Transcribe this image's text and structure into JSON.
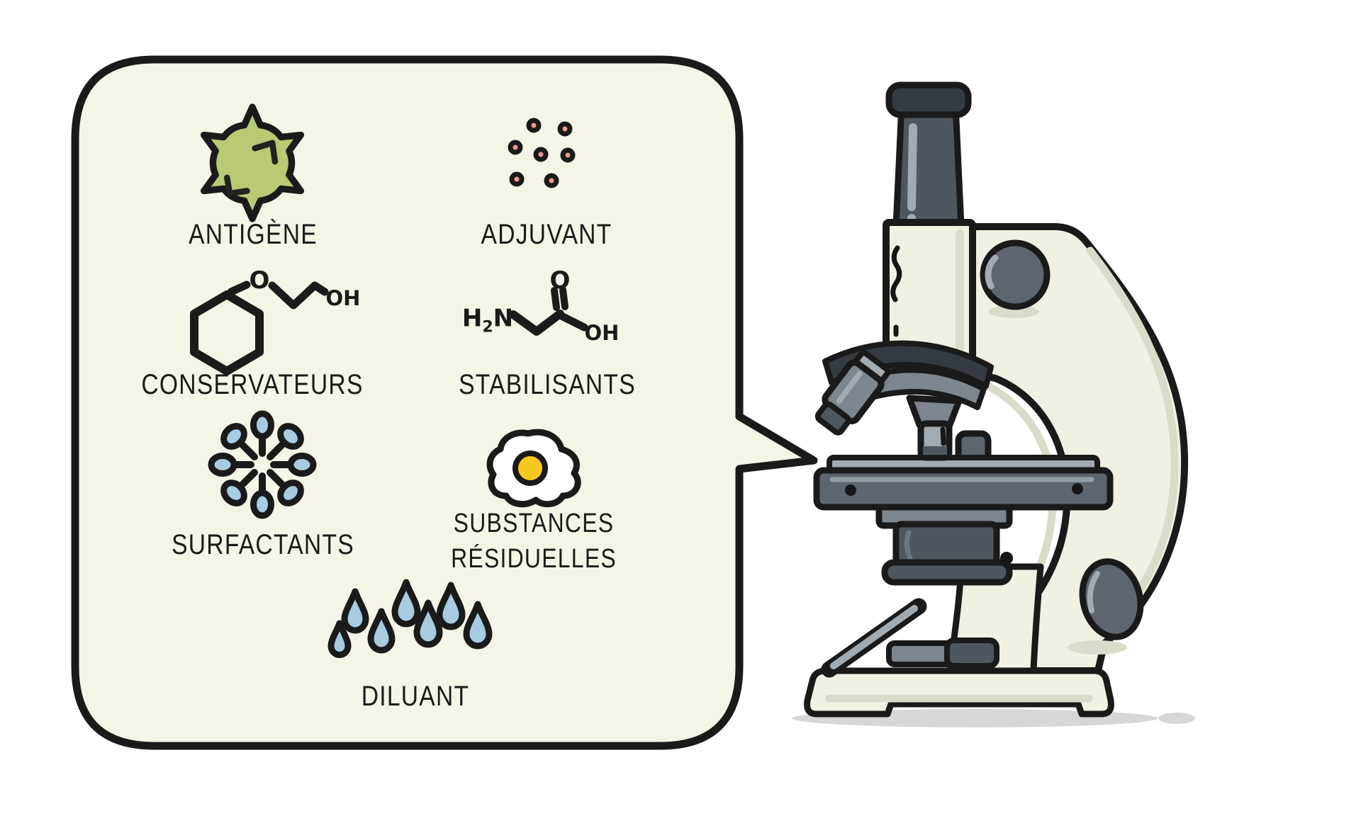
{
  "bubble": {
    "items": [
      {
        "icon": "virus-icon",
        "label": "ANTIGÈNE"
      },
      {
        "icon": "particles-icon",
        "label": "ADJUVANT"
      },
      {
        "icon": "phenoxyethanol-structure-icon",
        "label": "CONSERVATEURS"
      },
      {
        "icon": "glycine-structure-icon",
        "label": "STABILISANTS"
      },
      {
        "icon": "micelle-icon",
        "label": "SURFACTANTS"
      },
      {
        "icon": "fried-egg-icon",
        "label": "SUBSTANCES",
        "label_line2": "RÉSIDUELLES"
      },
      {
        "icon": "water-drops-icon",
        "label": "DILUANT"
      }
    ],
    "chemistry": {
      "ether_oxygen": "O",
      "ether_hydroxyl": "OH",
      "amine_h": "H",
      "amine_sub": "2",
      "amine_n": "N",
      "carbonyl_oxygen": "O",
      "carboxyl_hydroxyl": "OH"
    }
  },
  "colors": {
    "outline": "#1a1a1a",
    "text": "#1b1b1b",
    "bubble_fill": "#f5f4e6",
    "antigen_green": "#b7ca74",
    "adjuvant_pink": "#f2998c",
    "molecule_blue": "#a7cbe0",
    "yolk_yellow": "#f6c81d",
    "egg_white": "#ffffff",
    "scope_cream": "#f2f0e3",
    "scope_darkest": "#343b42",
    "scope_dark": "#4e575f",
    "scope_knob": "#5d666f",
    "scope_mid": "#7d868e",
    "scope_light": "#a2abb2",
    "scope_shade": "#dcdbcb",
    "shadow": "#d7d7d7"
  }
}
